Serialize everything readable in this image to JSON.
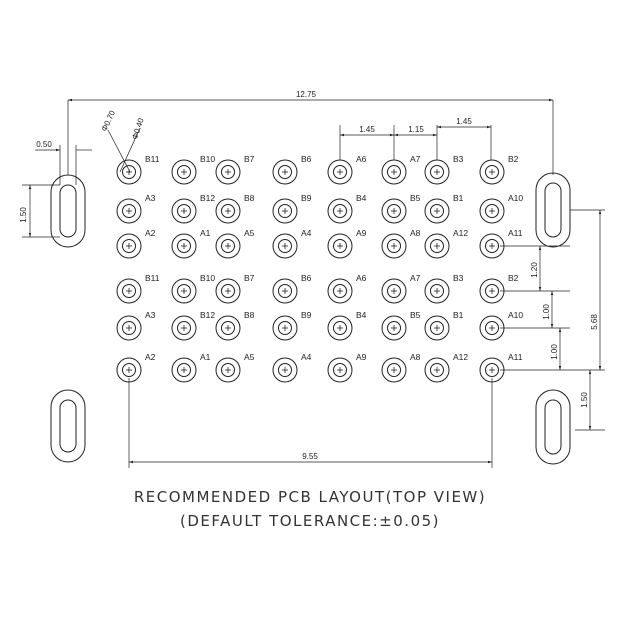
{
  "caption": {
    "title": "RECOMMENDED PCB LAYOUT(TOP VIEW)",
    "subtitle": "(DEFAULT TOLERANCE:±0.05)"
  },
  "dimensions": {
    "overall_width": "12.75",
    "slot_width": "0.50",
    "slot_length_left": "1.50",
    "outer_diameter": "Φ0.70",
    "inner_diameter": "Φ0.40",
    "pitch_a": "1.45",
    "pitch_b": "1.15",
    "pitch_c": "1.45",
    "row_gap_top": "1.20",
    "row_pitch_1": "1.00",
    "row_pitch_2": "1.00",
    "span_vertical": "5.68",
    "slot_length_right": "1.50",
    "pad_span": "9.55"
  },
  "pad_rows": [
    [
      "B11",
      "B10",
      "B7",
      "B6",
      "A6",
      "A7",
      "B3",
      "B2"
    ],
    [
      "A3",
      "B12",
      "B8",
      "B9",
      "B4",
      "B5",
      "B1",
      "A10"
    ],
    [
      "A2",
      "A1",
      "A5",
      "A4",
      "A9",
      "A8",
      "A12",
      "A11"
    ],
    [
      "B11",
      "B10",
      "B7",
      "B6",
      "A6",
      "A7",
      "B3",
      "B2"
    ],
    [
      "A3",
      "B12",
      "B8",
      "B9",
      "B4",
      "B5",
      "B1",
      "A10"
    ],
    [
      "A2",
      "A1",
      "A5",
      "A4",
      "A9",
      "A8",
      "A12",
      "A11"
    ]
  ]
}
